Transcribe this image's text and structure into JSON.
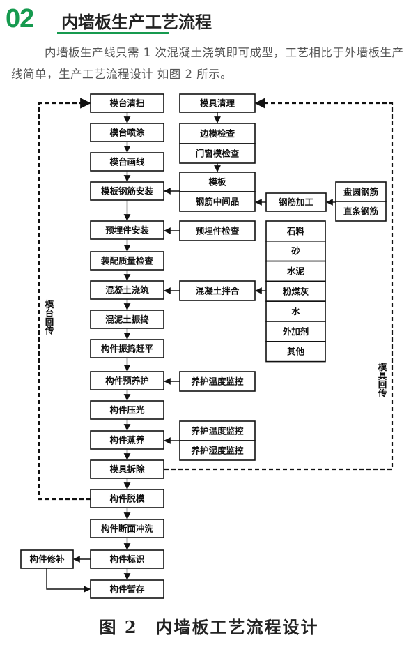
{
  "header": {
    "section_number": "02",
    "section_title": "内墙板生产工艺流程",
    "intro": "内墙板生产线只需 1 次混凝土浇筑即可成型，工艺相比于外墙板生产线简单，生产工艺流程设计 如图 2 所示。"
  },
  "diagram": {
    "main": [
      "模台清扫",
      "模台喷涂",
      "模台画线",
      "模板钢筋安装",
      "预埋件安装",
      "装配质量检查",
      "混凝土浇筑",
      "混泥土振捣",
      "构件振捣赶平",
      "构件预养护",
      "构件压光",
      "构件蒸养",
      "模具拆除",
      "构件脱模",
      "构件断面冲洗",
      "构件标识",
      "构件暂存"
    ],
    "mold_chain": [
      "模具清理",
      "边模检查",
      "门窗模检查",
      "模板",
      "钢筋中间品"
    ],
    "steel_processing": "钢筋加工",
    "steel_inputs": [
      "盘圆钢筋",
      "直条钢筋"
    ],
    "embedded_check": "预埋件检查",
    "concrete_mixing": "混凝土拌合",
    "materials": [
      "石料",
      "砂",
      "水泥",
      "粉煤灰",
      "水",
      "外加剂",
      "其他"
    ],
    "curing_temp_monitor": "养护温度监控",
    "steam_monitors": [
      "养护温度监控",
      "养护湿度监控"
    ],
    "repair": "构件修补",
    "left_return_label": "模台回传",
    "right_return_label": "模具回传"
  },
  "caption": "图 2　内墙板工艺流程设计"
}
